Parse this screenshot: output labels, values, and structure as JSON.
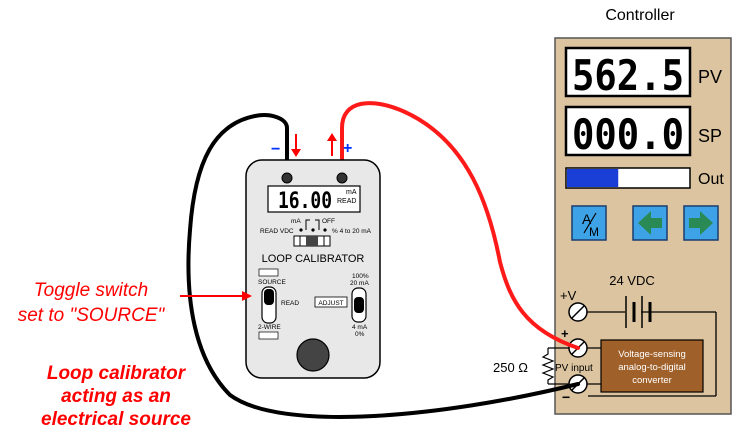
{
  "controller": {
    "title": "Controller",
    "pv_value": "562.5",
    "pv_label": "PV",
    "sp_value": "000.0",
    "sp_label": "SP",
    "out_label": "Out",
    "out_fraction": 0.42,
    "am_button_a": "A",
    "am_button_m": "M",
    "supply_label": "24 VDC",
    "plus_v_label": "+V",
    "plus_label": "+",
    "minus_label": "−",
    "pv_input_label": "PV input",
    "resistor_label": "250 Ω",
    "converter_line1": "Voltage-sensing",
    "converter_line2": "analog-to-digital",
    "converter_line3": "converter"
  },
  "calibrator": {
    "display_value": "16.00",
    "display_unit": "mA",
    "display_mode": "READ",
    "sw_ma": "mA",
    "sw_off": "OFF",
    "sw_read_vdc": "READ VDC",
    "sw_percent": "% 4 to 20 mA",
    "title": "LOOP CALIBRATOR",
    "source_label": "SOURCE",
    "read_label": "READ",
    "two_wire_label": "2-WIRE",
    "adjust_label": "ADJUST",
    "pct100_label": "100%",
    "ma20_label": "20 mA",
    "ma4_label": "4 mA",
    "pct0_label": "0%",
    "minus_sign": "−",
    "plus_sign": "+"
  },
  "annotations": {
    "toggle_line1": "Toggle switch",
    "toggle_line2": "set to \"SOURCE\"",
    "acting_line1": "Loop calibrator",
    "acting_line2": "acting as an",
    "acting_line3": "electrical source"
  },
  "colors": {
    "controller_face": "#dcc4a0",
    "converter_fill": "#a0602a",
    "out_bar": "#1a3fd6",
    "button_blue": "#3da3e6",
    "arrow_green": "#2a8a55",
    "wire_red": "#ff1a1a",
    "wire_black": "#000000",
    "annotation_red": "#ff0000",
    "polarity_blue": "#0033ff",
    "arrow_red": "#ff0000"
  }
}
